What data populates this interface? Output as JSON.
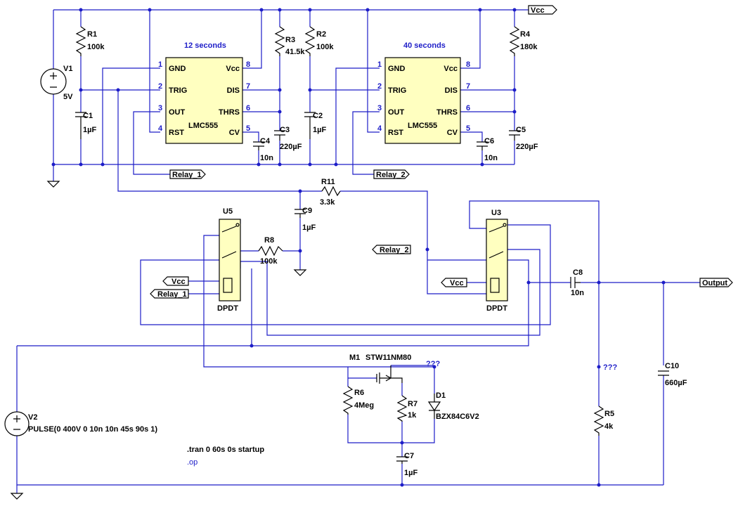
{
  "chip1": {
    "title": "12 seconds",
    "part": "LMC555",
    "left_pins": [
      {
        "num": "1",
        "name": "GND"
      },
      {
        "num": "2",
        "name": "TRIG"
      },
      {
        "num": "3",
        "name": "OUT"
      },
      {
        "num": "4",
        "name": "RST"
      }
    ],
    "right_pins": [
      {
        "num": "8",
        "name": "Vcc"
      },
      {
        "num": "7",
        "name": "DIS"
      },
      {
        "num": "6",
        "name": "THRS"
      },
      {
        "num": "5",
        "name": "CV"
      }
    ]
  },
  "chip2": {
    "title": "40 seconds",
    "part": "LMC555",
    "left_pins": [
      {
        "num": "1",
        "name": "GND"
      },
      {
        "num": "2",
        "name": "TRIG"
      },
      {
        "num": "3",
        "name": "OUT"
      },
      {
        "num": "4",
        "name": "RST"
      }
    ],
    "right_pins": [
      {
        "num": "8",
        "name": "Vcc"
      },
      {
        "num": "7",
        "name": "DIS"
      },
      {
        "num": "6",
        "name": "THRS"
      },
      {
        "num": "5",
        "name": "CV"
      }
    ]
  },
  "components": {
    "R1": {
      "name": "R1",
      "value": "100k"
    },
    "R2": {
      "name": "R2",
      "value": "100k"
    },
    "R3": {
      "name": "R3",
      "value": "41.5k"
    },
    "R4": {
      "name": "R4",
      "value": "180k"
    },
    "R5": {
      "name": "R5",
      "value": "4k"
    },
    "R6": {
      "name": "R6",
      "value": "4Meg"
    },
    "R7": {
      "name": "R7",
      "value": "1k"
    },
    "R8": {
      "name": "R8",
      "value": "100k"
    },
    "R11": {
      "name": "R11",
      "value": "3.3k"
    },
    "C1": {
      "name": "C1",
      "value": "1µF"
    },
    "C2": {
      "name": "C2",
      "value": "1µF"
    },
    "C3": {
      "name": "C3",
      "value": "220µF"
    },
    "C4": {
      "name": "C4",
      "value": "10n"
    },
    "C5": {
      "name": "C5",
      "value": "220µF"
    },
    "C6": {
      "name": "C6",
      "value": "10n"
    },
    "C7": {
      "name": "C7",
      "value": "1µF"
    },
    "C8": {
      "name": "C8",
      "value": "10n"
    },
    "C9": {
      "name": "C9",
      "value": "1µF"
    },
    "C10": {
      "name": "C10",
      "value": "660µF"
    },
    "V1": {
      "name": "V1",
      "value": "5V"
    },
    "V2": {
      "name": "V2",
      "value": "PULSE(0 400V 0 10n 10n 45s 90s 1)"
    },
    "U5": {
      "name": "U5",
      "value": "DPDT"
    },
    "U3": {
      "name": "U3",
      "value": "DPDT"
    },
    "M1": {
      "name": "M1",
      "value": "STW11NM80"
    },
    "D1": {
      "name": "D1",
      "value": "BZX84C6V2"
    }
  },
  "flags": {
    "vcc_top": "Vcc",
    "relay1_out": "Relay_1",
    "relay2_out": "Relay_2",
    "relay2_in": "Relay_2",
    "vcc_u5": "Vcc",
    "relay1_in": "Relay_1",
    "vcc_u3": "Vcc",
    "output": "Output"
  },
  "probes": {
    "drain": "???",
    "r5_top": "???"
  },
  "directives": {
    "tran": ".tran 0 60s 0s startup",
    "op": ".op"
  },
  "colors": {
    "wire": "#1d1dc8",
    "chip_fill": "#ffffc0",
    "component": "#000000"
  }
}
